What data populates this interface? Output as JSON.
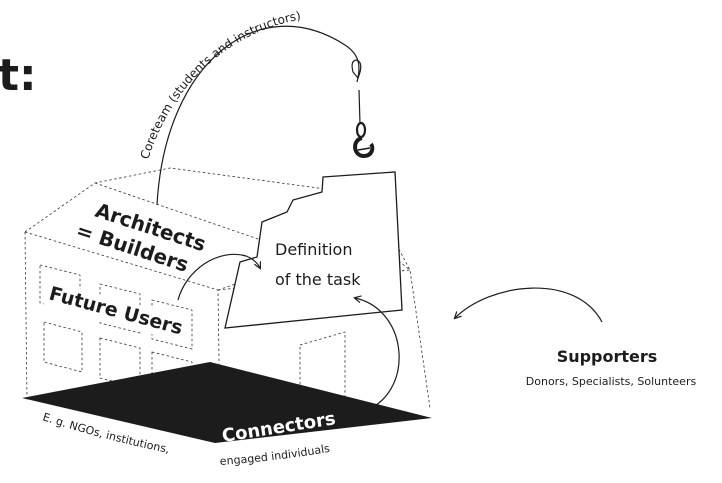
{
  "heading_fragment": "t:",
  "crane_label": "Coreteam (students and instructors)",
  "architects": {
    "line1": "Architects",
    "line2": "= Builders"
  },
  "future_users": "Future Users",
  "task": {
    "line1": "Definition",
    "line2": "of the task"
  },
  "connectors": "Connectors",
  "connectors_examples": {
    "part1": "E. g. NGOs, institutions,",
    "part2": "engaged individuals"
  },
  "supporters": {
    "title": "Supporters",
    "subtitle": "Donors, Specialists, Solunteers"
  },
  "colors": {
    "ink": "#1c1c1c",
    "panel_fill": "#ffffff",
    "line": "#333333"
  }
}
